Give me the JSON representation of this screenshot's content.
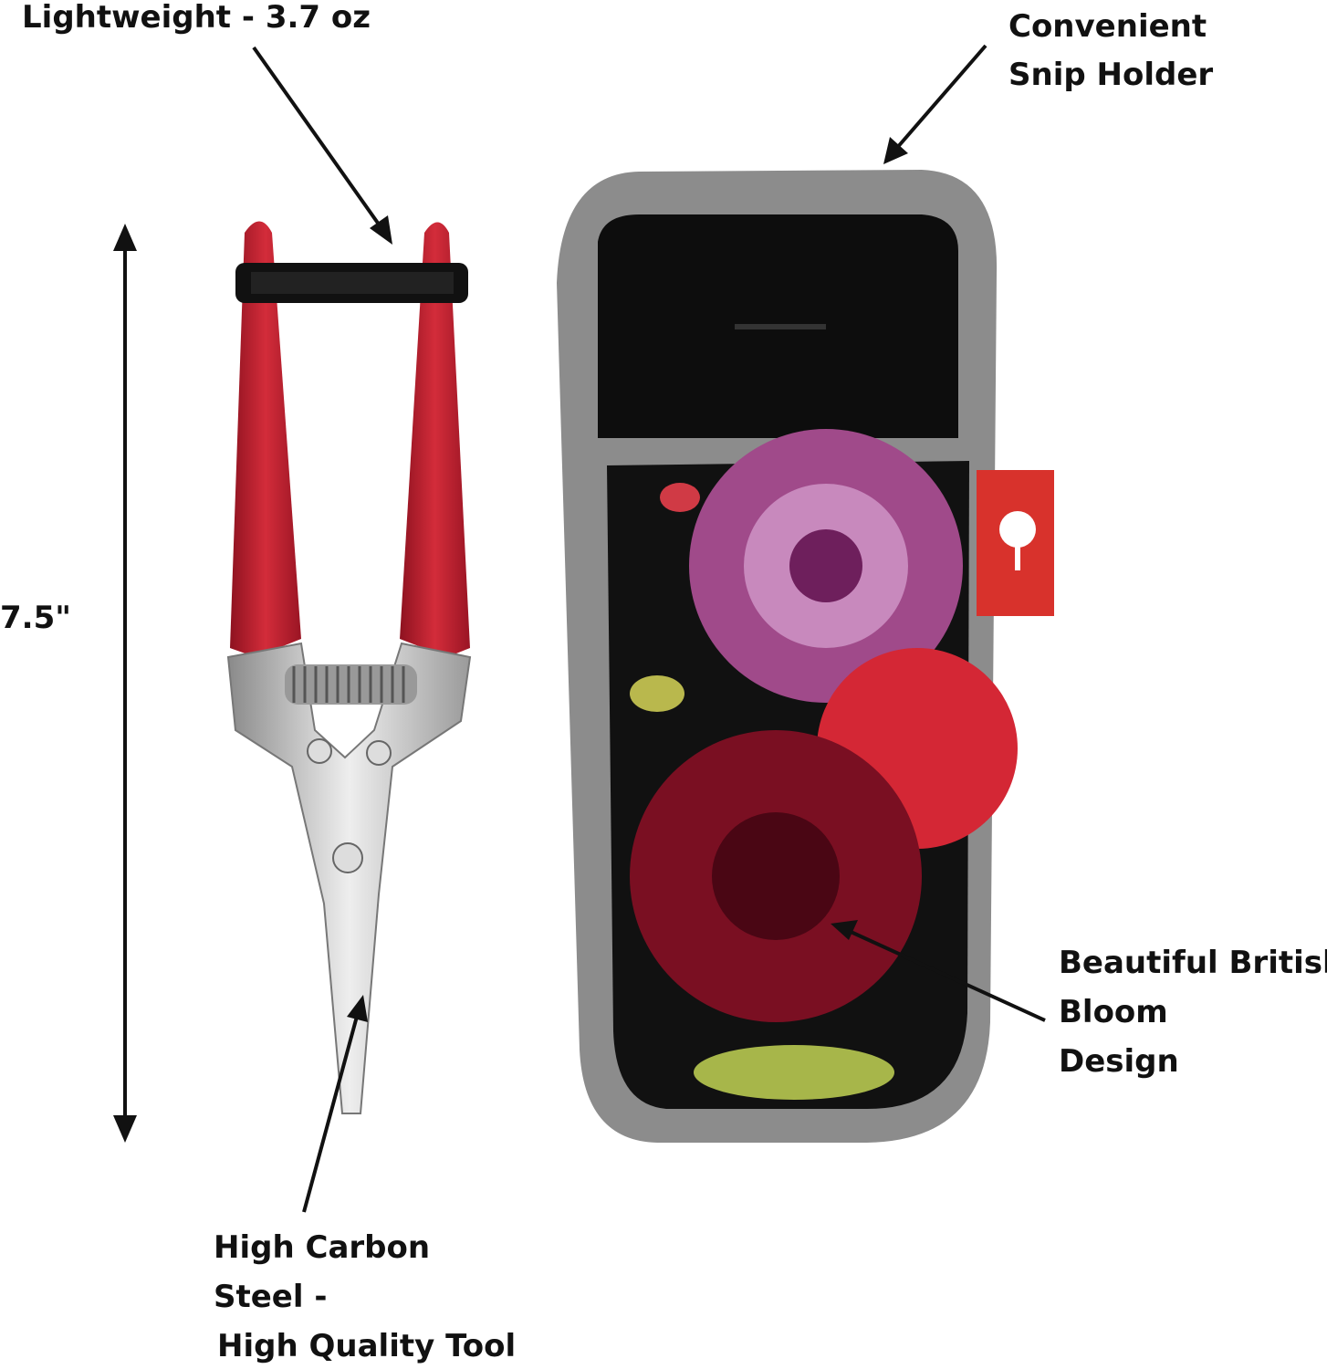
{
  "labels": {
    "weight": "Lightweight - 3.7 oz",
    "holder_line1": "Convenient",
    "holder_line2": "Snip Holder",
    "length": "7.5\"",
    "design_line1": "Beautiful British",
    "design_line2": "Bloom",
    "design_line3": "Design",
    "steel_line1": "High Carbon",
    "steel_line2": "Steel -",
    "steel_line3": "High Quality Tool"
  },
  "colors": {
    "handle": "#c3202f",
    "holster_trim": "#8c8c8c",
    "holster_pocket": "#0d0d0d",
    "tag": "#d8322c",
    "steel": "#c8c8c8"
  }
}
